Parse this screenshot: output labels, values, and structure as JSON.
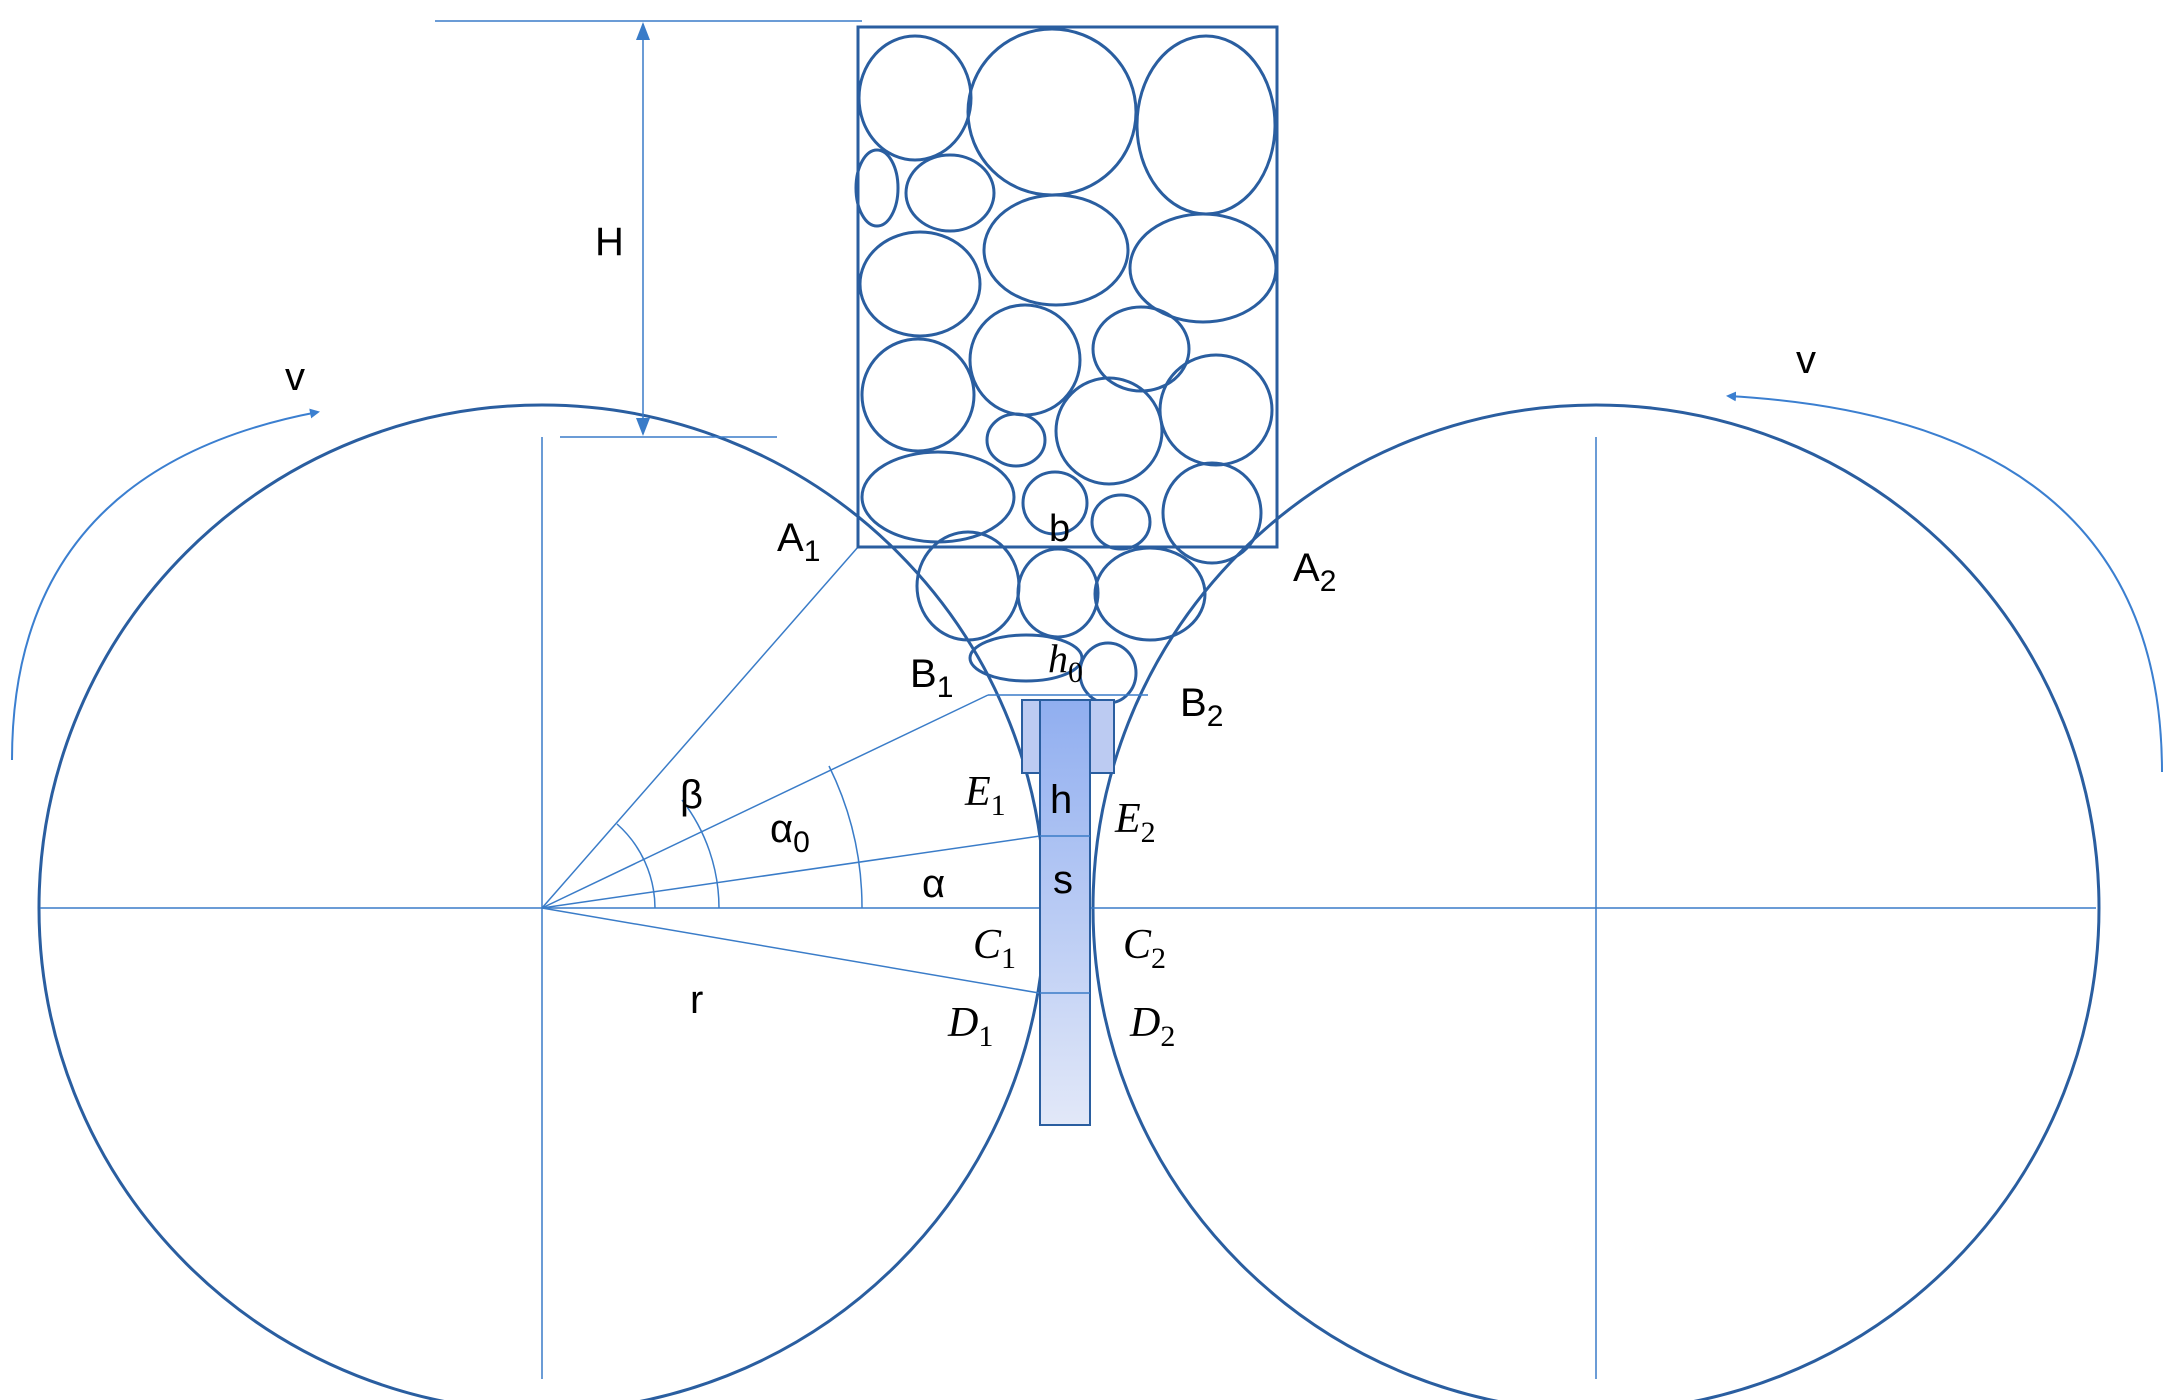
{
  "colors": {
    "stroke": "#2a5ea0",
    "thin": "#3a7cc8",
    "arrow": "#3b7fd0",
    "strip_top": "#90aef0",
    "strip_bottom": "#e2e8f8",
    "strip_side": "#bccbf2"
  },
  "labels": {
    "H": "H",
    "v_left": "v",
    "v_right": "v",
    "A1": {
      "base": "A",
      "sub": "1"
    },
    "A2": {
      "base": "A",
      "sub": "2"
    },
    "B1": {
      "base": "B",
      "sub": "1"
    },
    "B2": {
      "base": "B",
      "sub": "2"
    },
    "E1": {
      "base": "E",
      "sub": "1"
    },
    "E2": {
      "base": "E",
      "sub": "2"
    },
    "C1": {
      "base": "C",
      "sub": "1"
    },
    "C2": {
      "base": "C",
      "sub": "2"
    },
    "D1": {
      "base": "D",
      "sub": "1"
    },
    "D2": {
      "base": "D",
      "sub": "2"
    },
    "b": "b",
    "h0": {
      "base": "h",
      "sub": "0"
    },
    "h": "h",
    "s": "s",
    "beta": "β",
    "alpha0": {
      "base": "α",
      "sub": "0"
    },
    "alpha": "α",
    "r": "r"
  }
}
